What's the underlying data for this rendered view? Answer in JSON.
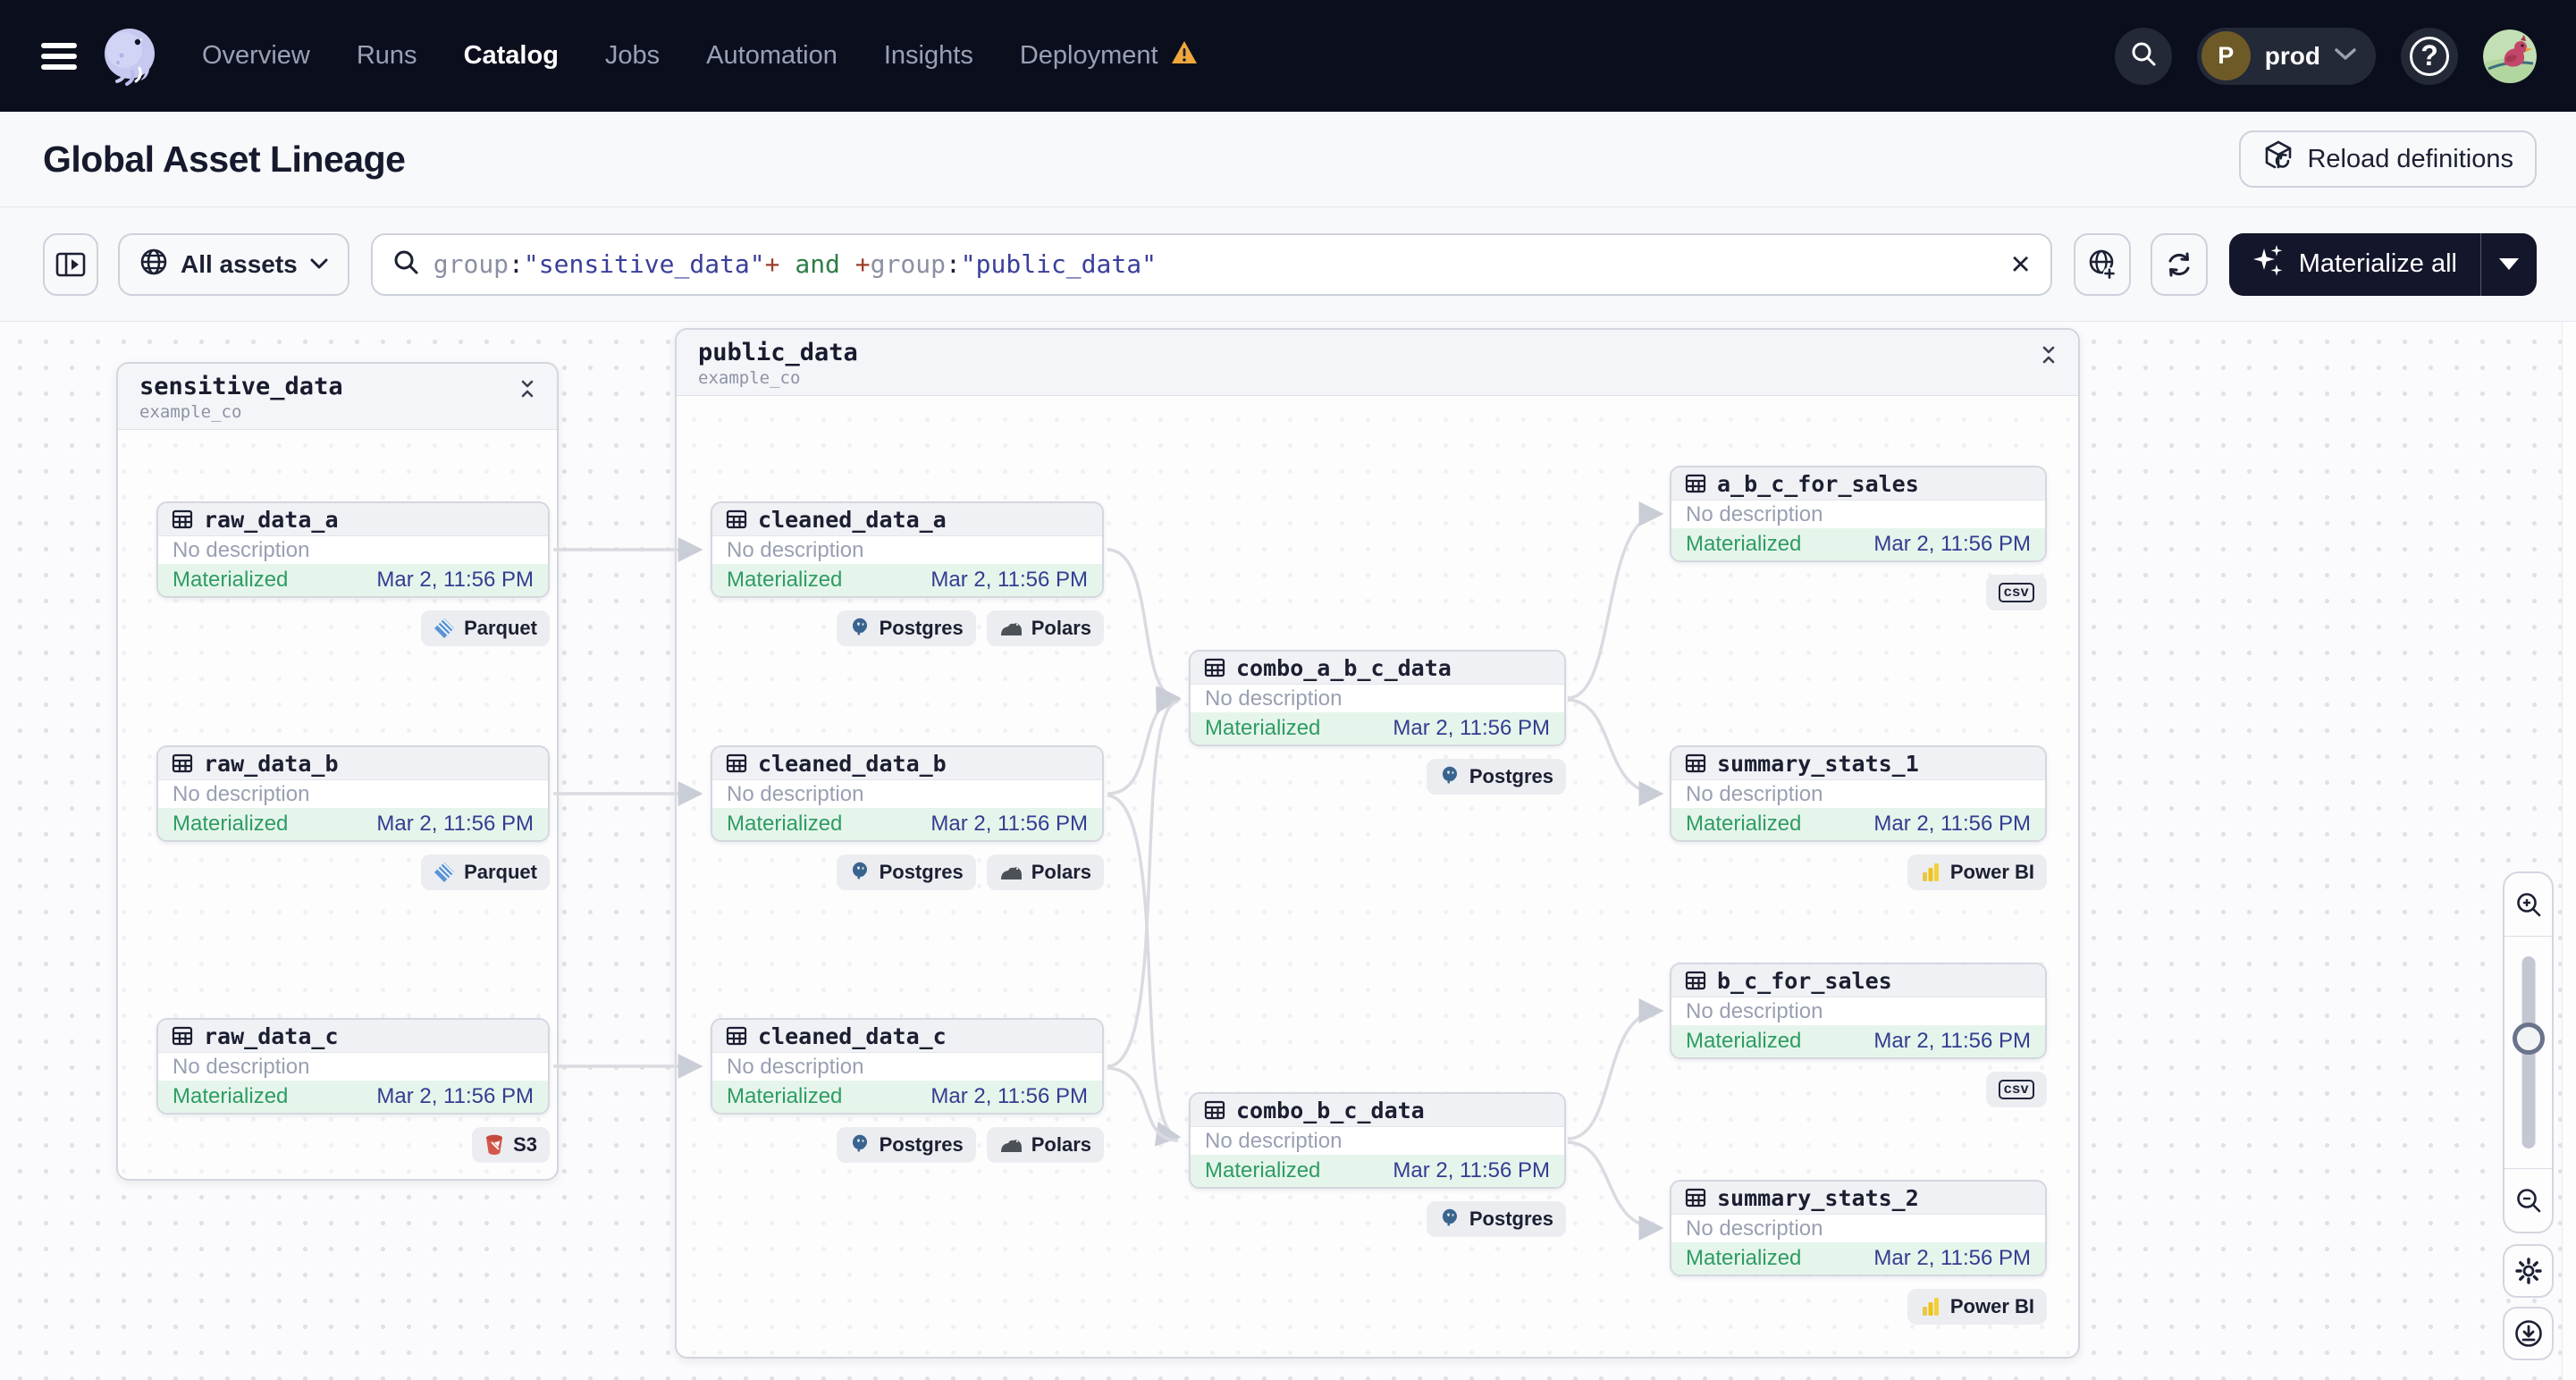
{
  "nav": {
    "menu_items": [
      {
        "label": "Overview"
      },
      {
        "label": "Runs"
      },
      {
        "label": "Catalog",
        "active": true
      },
      {
        "label": "Jobs"
      },
      {
        "label": "Automation"
      },
      {
        "label": "Insights"
      },
      {
        "label": "Deployment",
        "warning": true
      }
    ],
    "deployment_switcher": {
      "initial": "P",
      "name": "prod"
    }
  },
  "header": {
    "title": "Global Asset Lineage",
    "reload_label": "Reload definitions"
  },
  "toolbar": {
    "filter_label": "All assets",
    "query": {
      "segments": [
        {
          "text": "group"
        },
        {
          "text": ":"
        },
        {
          "text": "\"sensitive_data\""
        },
        {
          "text": "+"
        },
        {
          "text": " and "
        },
        {
          "text": "+"
        },
        {
          "text": "group"
        },
        {
          "text": ":"
        },
        {
          "text": "\"public_data\""
        }
      ]
    },
    "materialize_label": "Materialize all"
  },
  "graph": {
    "groups": [
      {
        "name": "sensitive_data",
        "subtitle": "example_co"
      },
      {
        "name": "public_data",
        "subtitle": "example_co"
      }
    ],
    "nodes": [
      {
        "name": "raw_data_a",
        "description": "No description",
        "status": "Materialized",
        "timestamp": "Mar 2, 11:56 PM",
        "badges": [
          {
            "label": "Parquet",
            "icon": "parquet"
          }
        ]
      },
      {
        "name": "raw_data_b",
        "description": "No description",
        "status": "Materialized",
        "timestamp": "Mar 2, 11:56 PM",
        "badges": [
          {
            "label": "Parquet",
            "icon": "parquet"
          }
        ]
      },
      {
        "name": "raw_data_c",
        "description": "No description",
        "status": "Materialized",
        "timestamp": "Mar 2, 11:56 PM",
        "badges": [
          {
            "label": "S3",
            "icon": "s3"
          }
        ]
      },
      {
        "name": "cleaned_data_a",
        "description": "No description",
        "status": "Materialized",
        "timestamp": "Mar 2, 11:56 PM",
        "badges": [
          {
            "label": "Postgres",
            "icon": "postgres"
          },
          {
            "label": "Polars",
            "icon": "polars"
          }
        ]
      },
      {
        "name": "cleaned_data_b",
        "description": "No description",
        "status": "Materialized",
        "timestamp": "Mar 2, 11:56 PM",
        "badges": [
          {
            "label": "Postgres",
            "icon": "postgres"
          },
          {
            "label": "Polars",
            "icon": "polars"
          }
        ]
      },
      {
        "name": "cleaned_data_c",
        "description": "No description",
        "status": "Materialized",
        "timestamp": "Mar 2, 11:56 PM",
        "badges": [
          {
            "label": "Postgres",
            "icon": "postgres"
          },
          {
            "label": "Polars",
            "icon": "polars"
          }
        ]
      },
      {
        "name": "combo_a_b_c_data",
        "description": "No description",
        "status": "Materialized",
        "timestamp": "Mar 2, 11:56 PM",
        "badges": [
          {
            "label": "Postgres",
            "icon": "postgres"
          }
        ]
      },
      {
        "name": "combo_b_c_data",
        "description": "No description",
        "status": "Materialized",
        "timestamp": "Mar 2, 11:56 PM",
        "badges": [
          {
            "label": "Postgres",
            "icon": "postgres"
          }
        ]
      },
      {
        "name": "a_b_c_for_sales",
        "description": "No description",
        "status": "Materialized",
        "timestamp": "Mar 2, 11:56 PM",
        "badges": [
          {
            "label": "csv",
            "icon": "csv"
          }
        ]
      },
      {
        "name": "summary_stats_1",
        "description": "No description",
        "status": "Materialized",
        "timestamp": "Mar 2, 11:56 PM",
        "badges": [
          {
            "label": "Power BI",
            "icon": "powerbi"
          }
        ]
      },
      {
        "name": "b_c_for_sales",
        "description": "No description",
        "status": "Materialized",
        "timestamp": "Mar 2, 11:56 PM",
        "badges": [
          {
            "label": "csv",
            "icon": "csv"
          }
        ]
      },
      {
        "name": "summary_stats_2",
        "description": "No description",
        "status": "Materialized",
        "timestamp": "Mar 2, 11:56 PM",
        "badges": [
          {
            "label": "Power BI",
            "icon": "powerbi"
          }
        ]
      }
    ]
  },
  "colors": {
    "nav_bg": "#0b0e1d",
    "materialize_bg": "#14172b",
    "materialized_green": "#2e9c63",
    "timestamp_indigo": "#333d92",
    "warning_orange": "#f0a73c",
    "query_string": "#3a3f99",
    "query_operator": "#9c3e2c",
    "query_keyword": "#2e7d45"
  }
}
